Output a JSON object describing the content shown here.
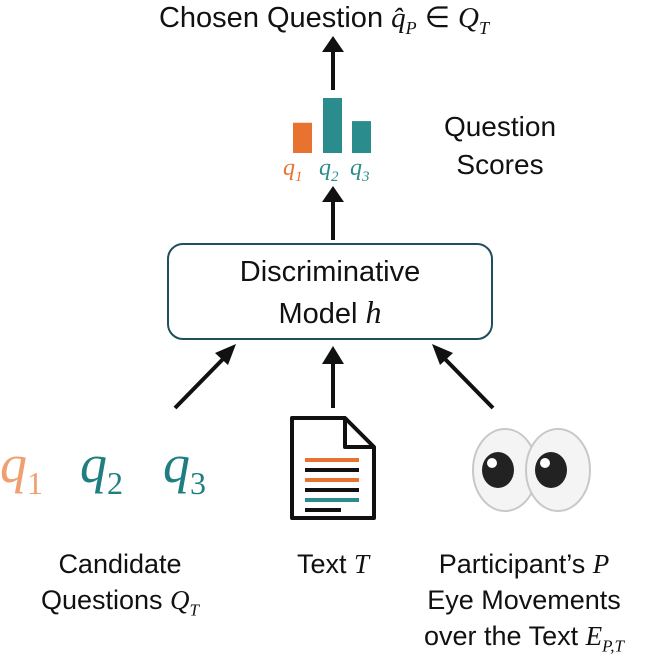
{
  "output": {
    "title_prefix": "Chosen Question ",
    "title_math": "q̂",
    "title_sub": "P",
    "title_in": " ∈ ",
    "title_set": "Q",
    "title_set_sub": "T"
  },
  "scores": {
    "label_line1": "Question",
    "label_line2": "Scores",
    "bars": [
      {
        "label": "q",
        "sub": "1",
        "value": 0.55,
        "color": "#e8722f"
      },
      {
        "label": "q",
        "sub": "2",
        "value": 1.0,
        "color": "#2a8c8c"
      },
      {
        "label": "q",
        "sub": "3",
        "value": 0.58,
        "color": "#2a8c8c"
      }
    ]
  },
  "model": {
    "line1": "Discriminative",
    "line2_text": "Model ",
    "line2_math": "h"
  },
  "inputs": {
    "candidates": {
      "items": [
        {
          "label": "q",
          "sub": "1",
          "color": "#f0a070"
        },
        {
          "label": "q",
          "sub": "2",
          "color": "#1f7f80"
        },
        {
          "label": "q",
          "sub": "3",
          "color": "#1f7f80"
        }
      ],
      "caption_line1": "Candidate",
      "caption_line2_text": "Questions ",
      "caption_math": "Q",
      "caption_sub": "T"
    },
    "text": {
      "icon": "document-icon",
      "caption_text": "Text ",
      "caption_math": "T"
    },
    "eyes": {
      "icon": "eyes-icon",
      "caption_line1_text": "Participant’s ",
      "caption_line1_math": "P",
      "caption_line2": "Eye Movements",
      "caption_line3_text": "over the Text ",
      "caption_math": "E",
      "caption_sub": "P,T"
    }
  },
  "colors": {
    "accent_orange": "#e8722f",
    "accent_teal": "#2a8c8c",
    "box_border": "#1d4f5c"
  }
}
